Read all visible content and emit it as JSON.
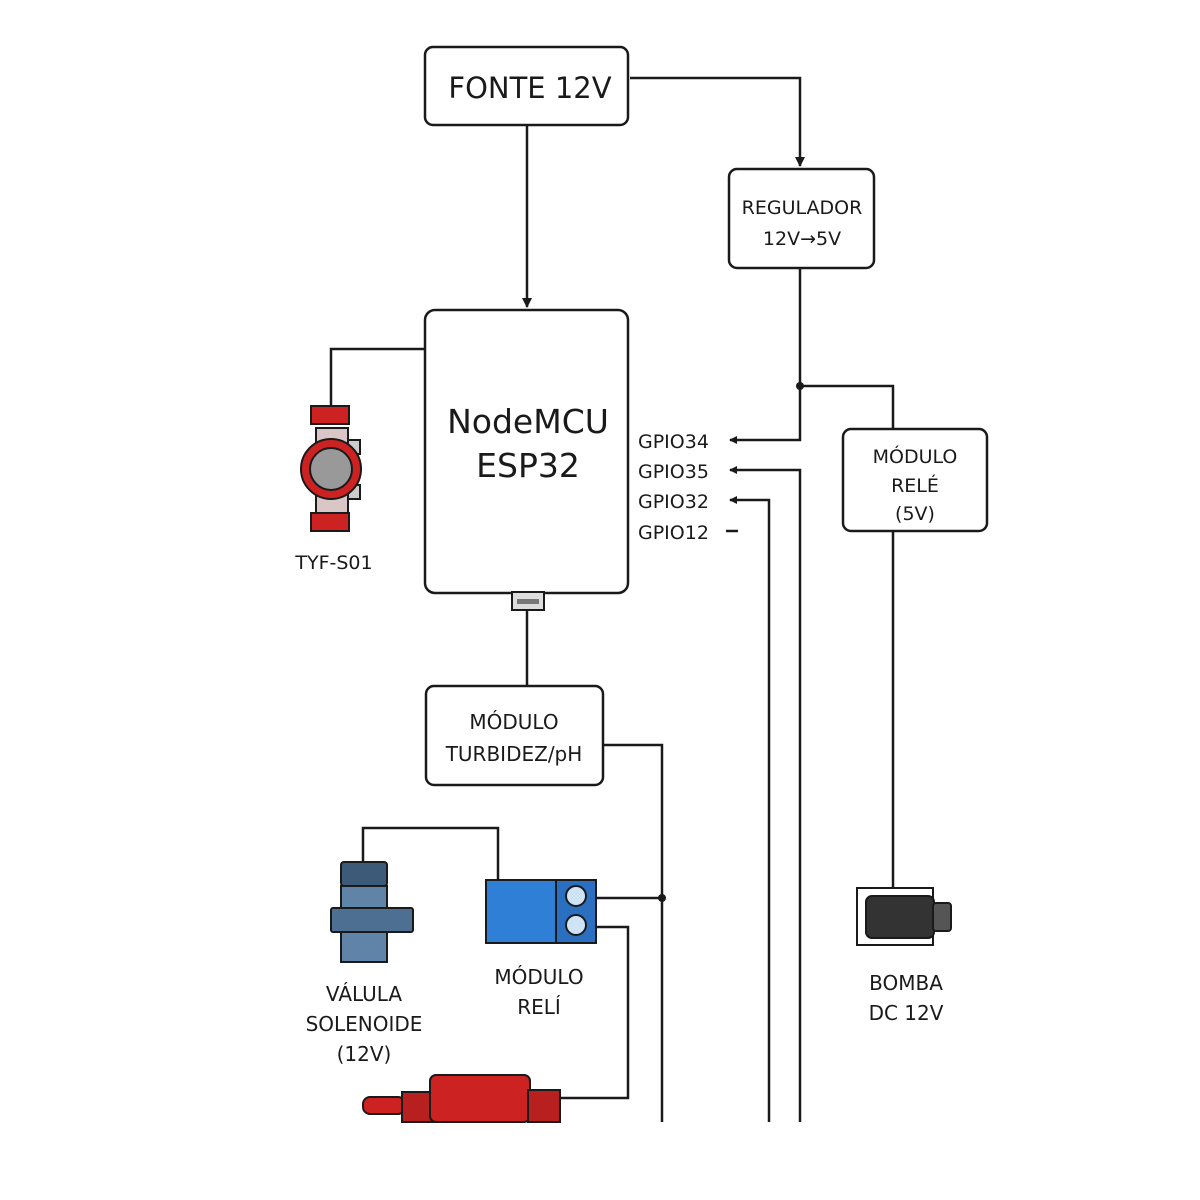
{
  "nodes": {
    "power": {
      "label": "FONTE 12V"
    },
    "regulator": {
      "line1": "REGULADOR",
      "line2": "12V→5V"
    },
    "mcu": {
      "line1": "NodeMCU",
      "line2": "ESP32"
    },
    "relay5v": {
      "line1": "MÓDULO",
      "line2": "RELÉ",
      "line3": "(5V)"
    },
    "turbidity": {
      "line1": "MÓDULO",
      "line2": "TURBIDEZ/pH"
    },
    "flow_sensor": {
      "label": "TYF-S01"
    },
    "solenoid": {
      "line1": "VÁLULA",
      "line2": "SOLENOIDE",
      "line3": "(12V)"
    },
    "relay_module": {
      "line1": "MÓDULO",
      "line2": "RELÍ"
    },
    "pump": {
      "line1": "BOMBA",
      "line2": "DC 12V"
    }
  },
  "pins": [
    "GPIO34",
    "GPIO35",
    "GPIO32",
    "GPIO12"
  ],
  "colors": {
    "line": "#1a1a1a",
    "relay_blue": "#2f7fd6",
    "sensor_red": "#cc2222",
    "valve_blue": "#4d6f91",
    "pump_dark": "#333333"
  }
}
